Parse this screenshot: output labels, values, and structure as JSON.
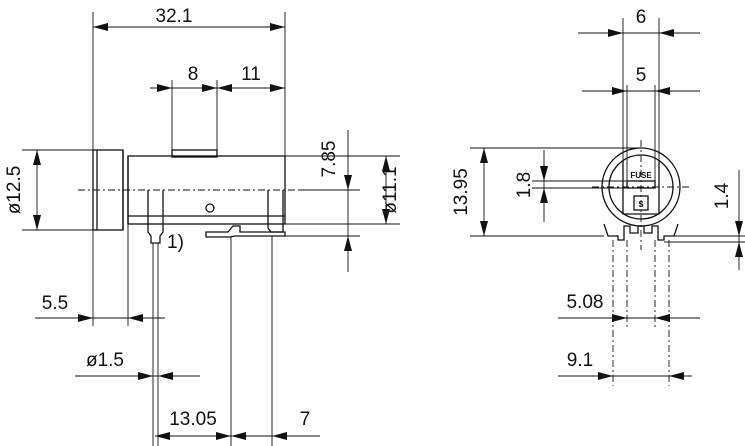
{
  "side_view": {
    "length": "32.1",
    "slot_width": "8",
    "slot_offset": "11",
    "body_diameter": "ø12.5",
    "top_offset": "7.85",
    "inner_diameter": "ø11.1",
    "note": "1)",
    "pin_offset": "5.5",
    "pin_diameter": "ø1.5",
    "pin_spacing": "13.05",
    "pin_spacing_2": "7"
  },
  "front_view": {
    "top_width": "6",
    "inner_width": "5",
    "height": "13.95",
    "window_height": "1.8",
    "pin_standoff": "1.4",
    "pin_pitch": "5.08",
    "pin_span": "9.1",
    "fuse_label": "FUSE",
    "mark_label": "S"
  }
}
